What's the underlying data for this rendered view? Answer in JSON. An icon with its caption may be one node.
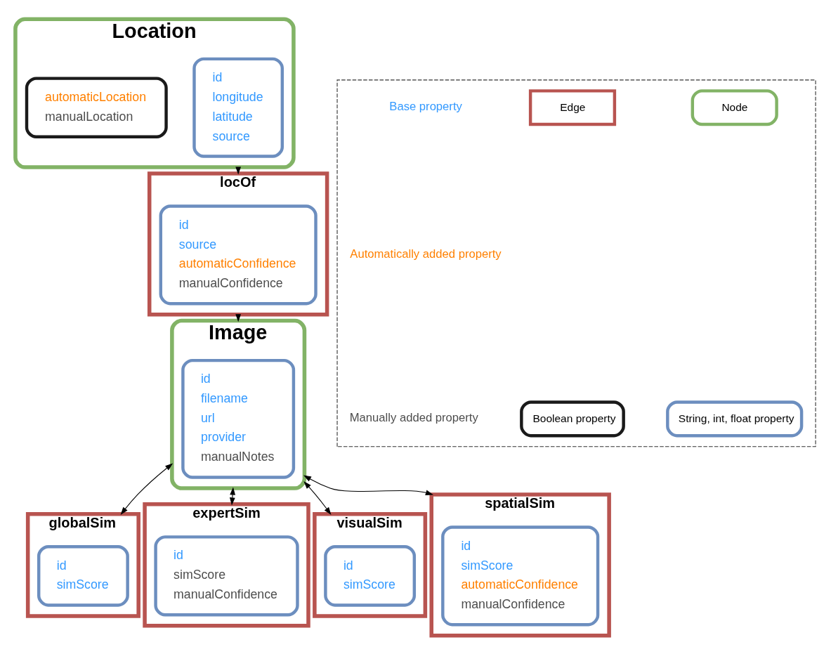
{
  "diagram": {
    "nodes": [
      {
        "text": [
          "Location"
        ]
      },
      {
        "text": [
          "id",
          "longitude",
          "latitude",
          "source"
        ],
        "in": 0
      },
      {
        "text": [
          "automaticLocation",
          "manualLocation"
        ],
        "in": 0
      },
      {
        "text": [
          "locOf"
        ]
      },
      {
        "text": [
          "id",
          "source",
          "automaticConfidence",
          "manualConfidence"
        ],
        "in": 3
      },
      {
        "text": [
          "Image"
        ]
      },
      {
        "text": [
          "id",
          "filename",
          "url",
          "provider",
          "manualNotes"
        ],
        "in": 5
      },
      {
        "text": [
          "globalSim"
        ]
      },
      {
        "text": [
          "id",
          "simScore"
        ],
        "in": 7
      },
      {
        "text": [
          "expertSim"
        ]
      },
      {
        "text": [
          "id",
          "simScore",
          "manualConfidence"
        ],
        "in": 9
      },
      {
        "text": [
          "visualSim"
        ]
      },
      {
        "text": [
          "id",
          "simScore"
        ],
        "in": 11
      },
      {
        "text": [
          "spatialSim"
        ]
      },
      {
        "text": [
          "id",
          "simScore",
          "automaticConfidence",
          "manualConfidence"
        ],
        "in": 13
      },
      {
        "text": [],
        "shape": "box"
      }
    ],
    "edges": [
      {
        "from": 0,
        "to": 3,
        "arrow": "to"
      },
      {
        "from": 3,
        "to": 5,
        "arrow": "to"
      },
      {
        "from": 5,
        "to": 7,
        "arrow": "both"
      },
      {
        "from": 5,
        "to": 9,
        "arrow": "both"
      },
      {
        "from": 5,
        "to": 11,
        "arrow": "both"
      },
      {
        "from": 5,
        "to": 13,
        "arrow": "both"
      }
    ],
    "legend": [
      {
        "text": "Node"
      },
      {
        "text": "Edge"
      },
      {
        "text": "String, int, float property"
      },
      {
        "text": "Boolean property"
      },
      {
        "text": "Base property",
        "color": "#3399ff"
      },
      {
        "text": "Automatically added property",
        "color": "#ff8000"
      },
      {
        "text": "Manually added property",
        "color": "#4d4d4d"
      }
    ]
  }
}
